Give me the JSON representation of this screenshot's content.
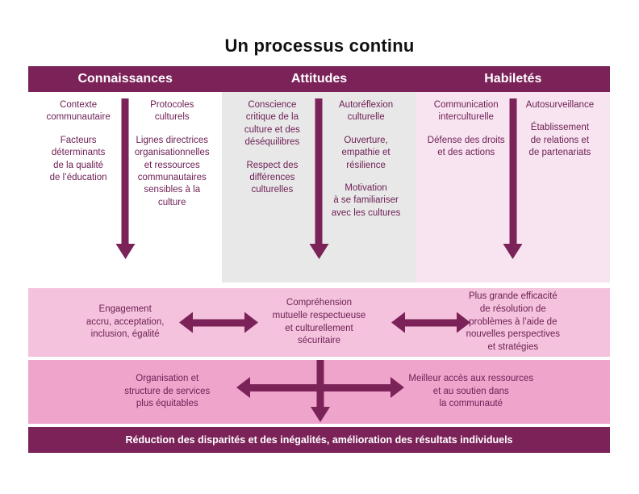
{
  "title": "Un processus continu",
  "colors": {
    "primary_purple": "#7B2259",
    "text_purple": "#6E2155",
    "band_light_pink": "#F4C2DC",
    "band_dark_pink": "#EFA4CC",
    "col_attitudes_bg": "#E8E8E8",
    "col_skills_bg": "#F8E4F0",
    "col_knowledge_bg": "#FFFFFF"
  },
  "header": {
    "columns": [
      {
        "label": "Connaissances"
      },
      {
        "label": "Attitudes"
      },
      {
        "label": "Habiletés"
      }
    ]
  },
  "columns": [
    {
      "name": "connaissances",
      "left_items": [
        "Contexte\ncommunautaire",
        "Facteurs\ndéterminants\nde la qualité\nde l’éducation"
      ],
      "right_items": [
        "Protocoles\nculturels",
        "Lignes directrices\norganisationnelles\net ressources\ncommunautaires\nsensibles à la\nculture"
      ]
    },
    {
      "name": "attitudes",
      "left_items": [
        "Conscience\ncritique de la\nculture et des\ndéséquilibres",
        "Respect des\ndifférences\nculturelles"
      ],
      "right_items": [
        "Autoréflexion\nculturelle",
        "Ouverture,\nempathie et\nrésilience",
        "Motivation\nà se familiariser\navec les cultures"
      ]
    },
    {
      "name": "habiletes",
      "left_items": [
        "Communication\ninterculturelle",
        "Défense des droits\net des actions"
      ],
      "right_items": [
        "Autosurveillance",
        "Établissement\nde relations et\nde partenariats"
      ]
    }
  ],
  "band_one": {
    "cells": [
      "Engagement\naccru, acceptation,\ninclusion, égalité",
      "Compréhension\nmutuelle respectueuse\net culturellement\nsécuritaire",
      "Plus grande efficacité\nde résolution de\nproblèmes à l’aide de\nnouvelles perspectives\net stratégies"
    ]
  },
  "band_two": {
    "cells": [
      "Organisation et\nstructure de services\nplus équitables",
      "Meilleur accès aux ressources\net au soutien dans\nla communauté"
    ]
  },
  "banner": {
    "text": "Réduction des disparités et des inégalités, amélioration des résultats individuels"
  },
  "icons": {
    "down_arrow": "arrow-down-icon",
    "double_arrow": "double-headed-arrow-icon",
    "cross_arrow": "cross-arrow-icon"
  }
}
